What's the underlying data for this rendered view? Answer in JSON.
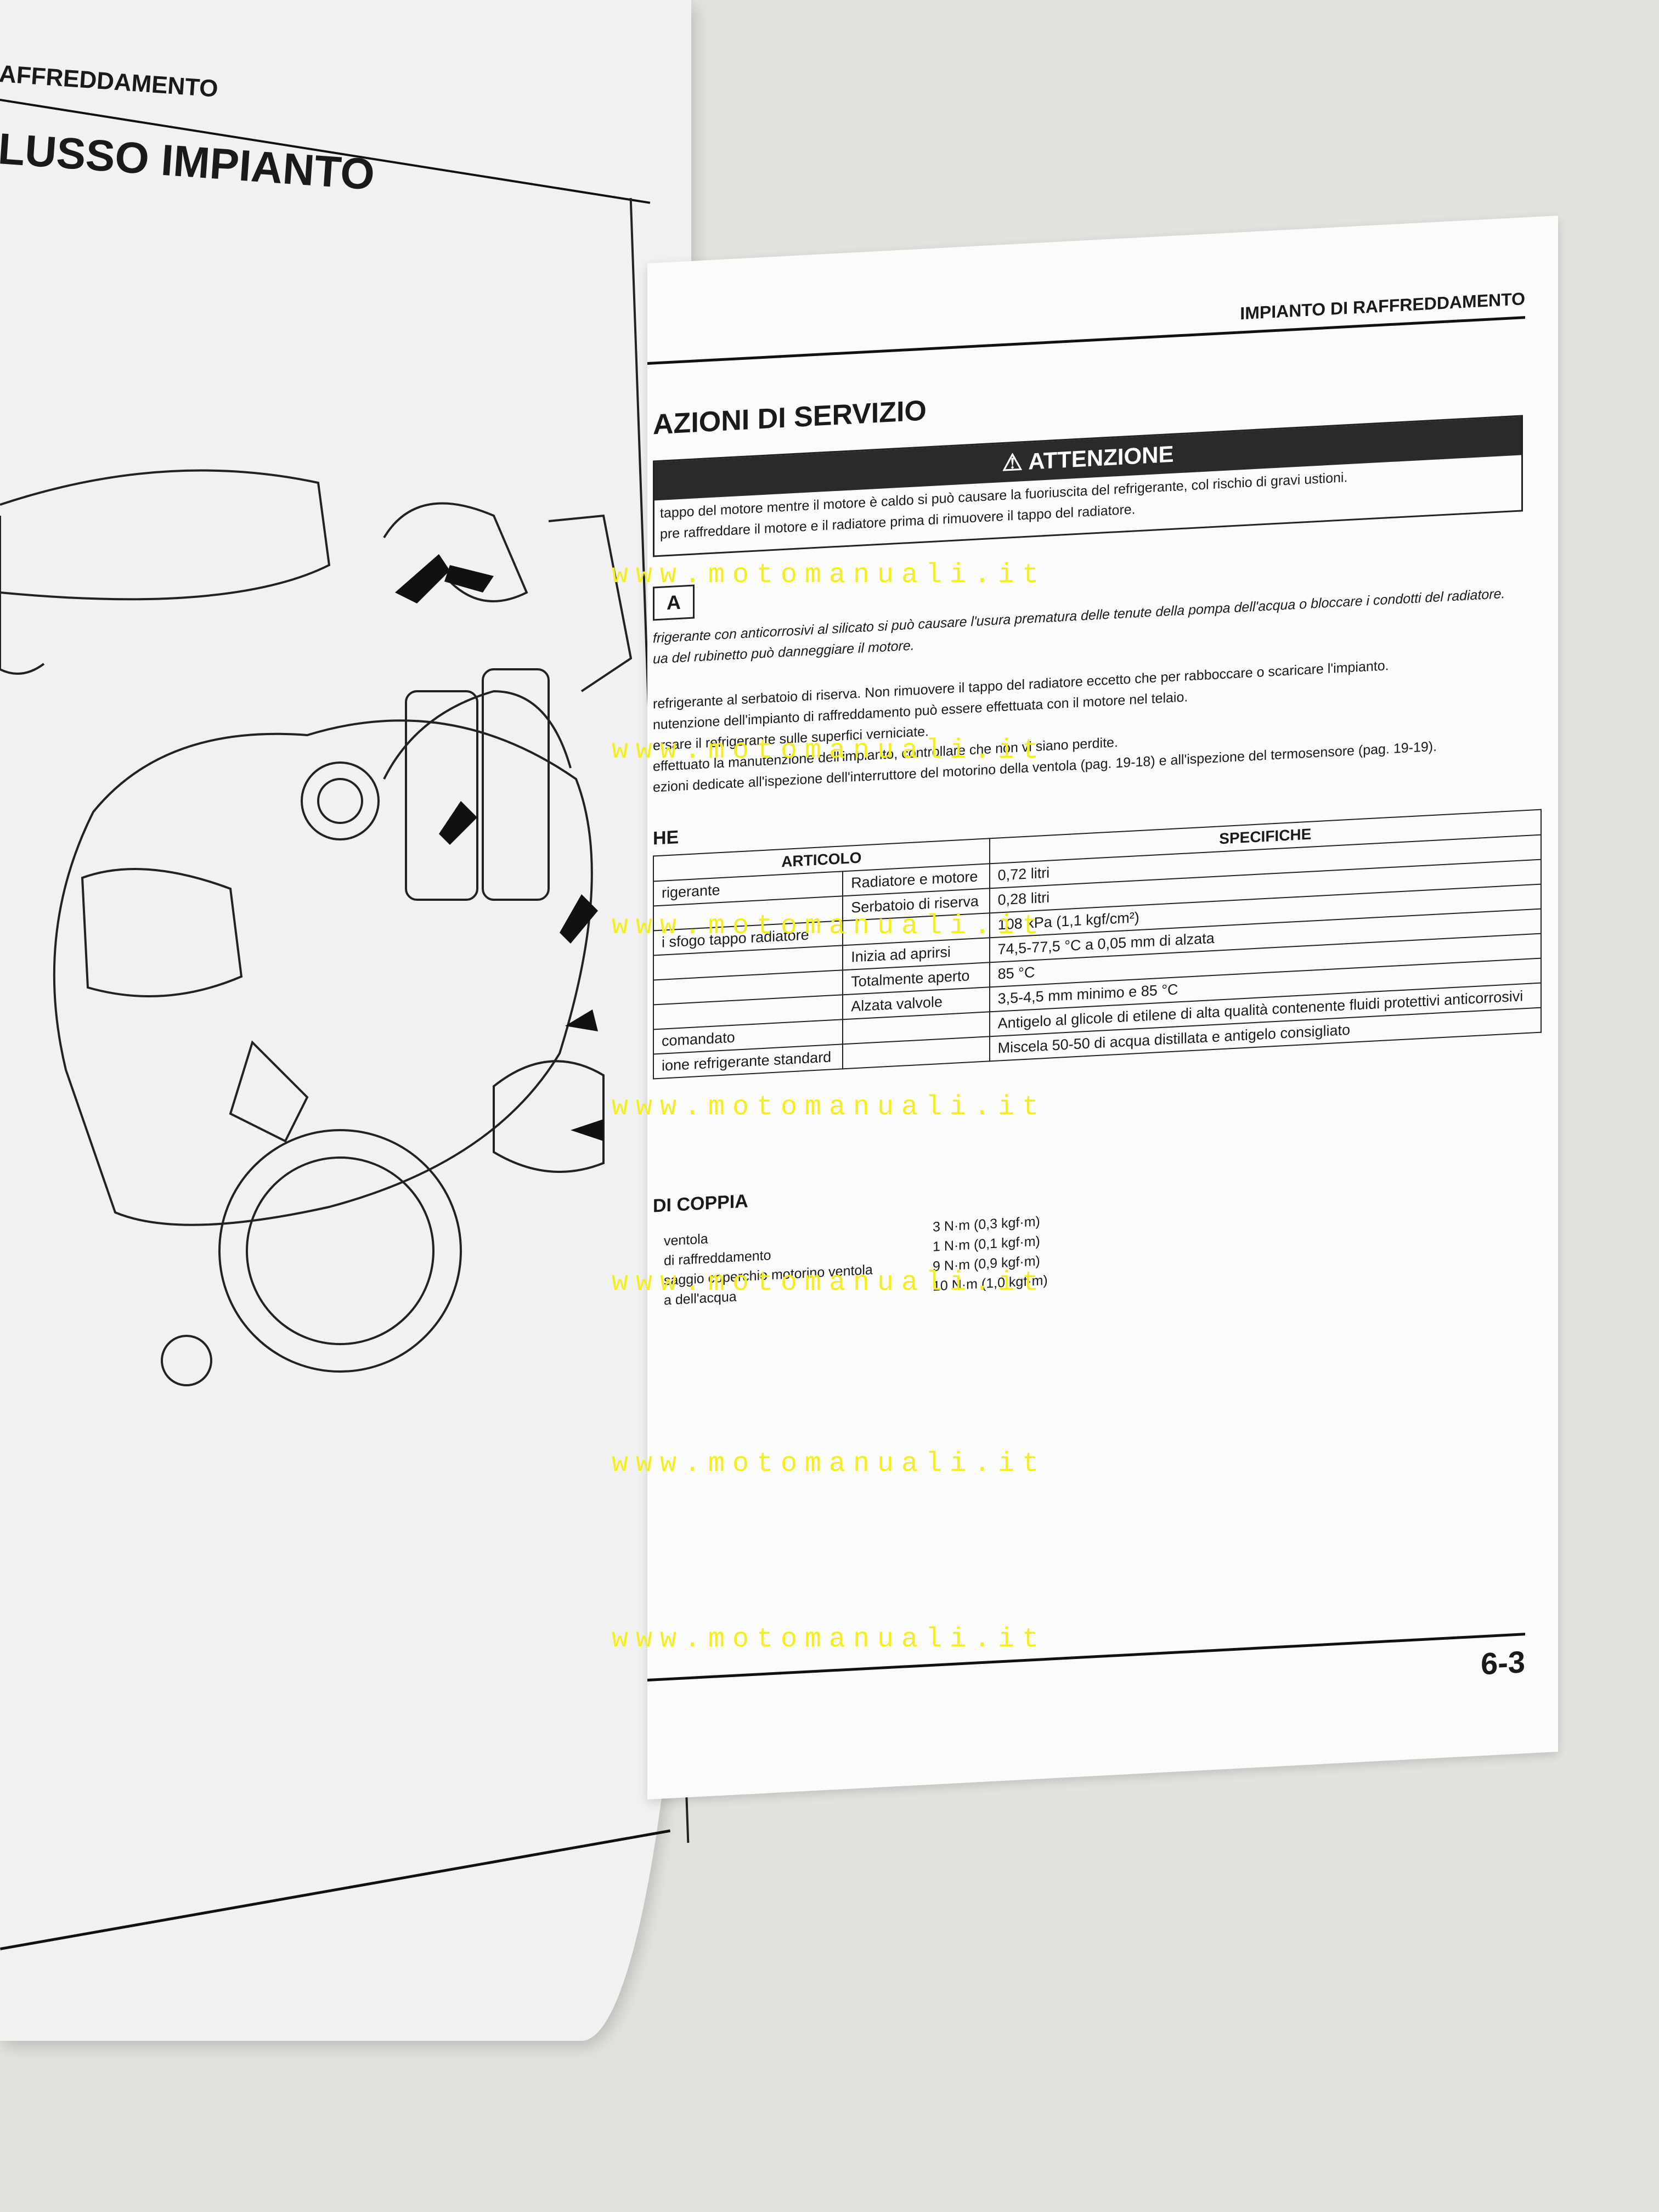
{
  "left_page": {
    "running_header": "AFFREDDAMENTO",
    "section_title": "LUSSO IMPIANTO"
  },
  "right_page": {
    "running_header": "IMPIANTO DI RAFFREDDAMENTO",
    "section_title": "AZIONI DI SERVIZIO",
    "warning_label": "ATTENZIONE",
    "warning_lines": [
      "tappo del motore mentre il motore è caldo si può causare la fuoriuscita del refrigerante, col rischio di gravi ustioni.",
      "pre raffreddare il motore e il radiatore prima di rimuovere il tappo del radiatore."
    ],
    "note_label": "A",
    "note_lines": [
      "frigerante con anticorrosivi al silicato si può causare l'usura prematura delle tenute della pompa dell'acqua o bloccare i condotti del radiatore.",
      "ua del rubinetto può danneggiare il motore."
    ],
    "service_lines": [
      "refrigerante al serbatoio di riserva. Non rimuovere il tappo del radiatore eccetto che per rabboccare o scaricare l'impianto.",
      "nutenzione dell'impianto di raffreddamento può essere effettuata con il motore nel telaio.",
      "ersare il refrigerante sulle superfici verniciate.",
      "effettuato la manutenzione dell'impianto, controllare che non vi siano perdite.",
      "ezioni dedicate all'ispezione dell'interruttore del motorino della ventola (pag. 19-18) e all'ispezione del termosensore (pag. 19-19)."
    ],
    "spec_heading": "HE",
    "table": {
      "col_item": "ARTICOLO",
      "col_spec": "SPECIFICHE",
      "rows": [
        {
          "label": "rigerante",
          "sub": "Radiatore e motore",
          "value": "0,72 litri"
        },
        {
          "label": "",
          "sub": "Serbatoio di riserva",
          "value": "0,28 litri"
        },
        {
          "label": "i sfogo tappo radiatore",
          "sub": "",
          "value": "108 kPa (1,1 kgf/cm²)"
        },
        {
          "label": "",
          "sub": "Inizia ad aprirsi",
          "value": "74,5-77,5 °C a 0,05 mm di alzata"
        },
        {
          "label": "",
          "sub": "Totalmente aperto",
          "value": "85 °C"
        },
        {
          "label": "",
          "sub": "Alzata valvole",
          "value": "3,5-4,5 mm minimo e 85 °C"
        },
        {
          "label": "comandato",
          "sub": "",
          "value": "Antigelo al glicole di etilene di alta qualità contenente fluidi protettivi anticorrosivi"
        },
        {
          "label": "ione refrigerante standard",
          "sub": "",
          "value": "Miscela 50-50 di acqua distillata e antigelo consigliato"
        }
      ]
    },
    "torque_heading": "DI COPPIA",
    "torque": [
      {
        "item": "ventola",
        "value": "3 N·m (0,3 kgf·m)"
      },
      {
        "item": "di raffreddamento",
        "value": "1 N·m (0,1 kgf·m)"
      },
      {
        "item": "saggio coperchio motorino ventola",
        "value": "9 N·m (0,9 kgf·m)"
      },
      {
        "item": "a dell'acqua",
        "value": "10 N·m (1,0 kgf·m)"
      }
    ],
    "page_number": "6-3"
  },
  "watermark": "www.motomanuali.it",
  "colors": {
    "watermark": "#f2ee1f",
    "warning_bar": "#2a2a2a",
    "page": "#fbfbfb",
    "background": "#e4e2dd"
  }
}
